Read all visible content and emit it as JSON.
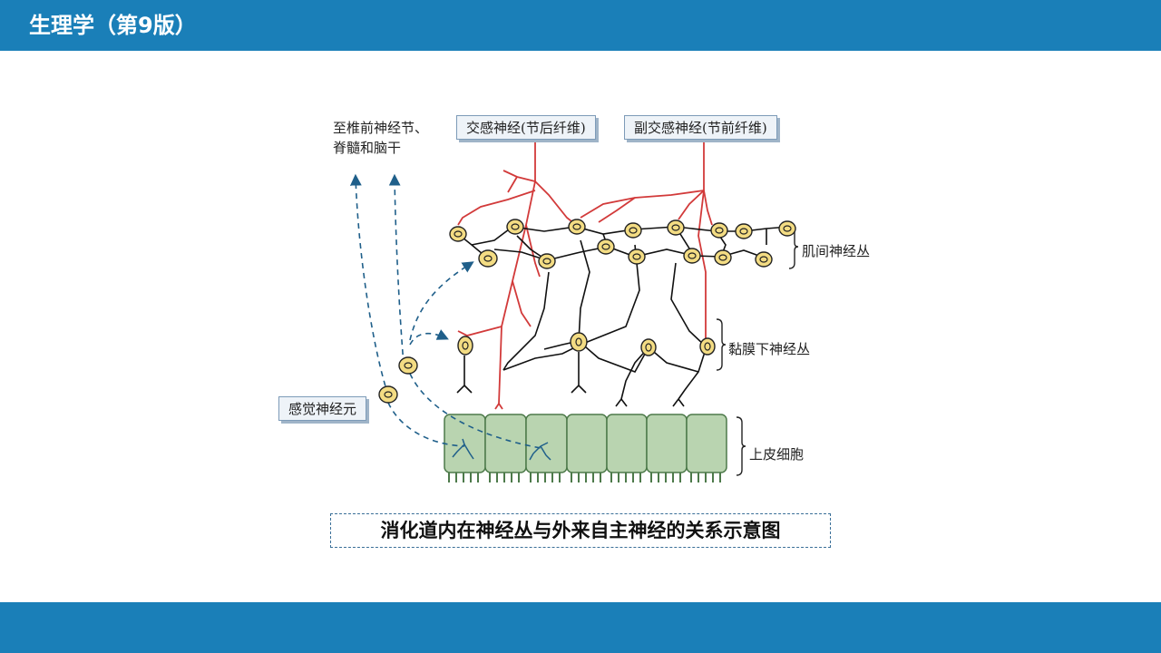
{
  "header": {
    "title": "生理学（第9版）"
  },
  "diagram": {
    "label_top_left_line1": "至椎前神经节、",
    "label_top_left_line2": "脊髓和脑干",
    "label_sympathetic": "交感神经(节后纤维)",
    "label_parasympathetic": "副交感神经(节前纤维)",
    "label_myenteric": "肌间神经丛",
    "label_submucosal": "黏膜下神经丛",
    "label_sensory": "感觉神经元",
    "label_epithelium": "上皮细胞"
  },
  "caption": {
    "text": "消化道内在神经丛与外来自主神经的关系示意图"
  },
  "colors": {
    "header": "#1a7fb8",
    "sympathetic_fiber": "#d23a3a",
    "sensory_fiber": "#1f5f8a",
    "epithelium": "#b9d4b0",
    "neuron_body": "#f3dc83"
  }
}
